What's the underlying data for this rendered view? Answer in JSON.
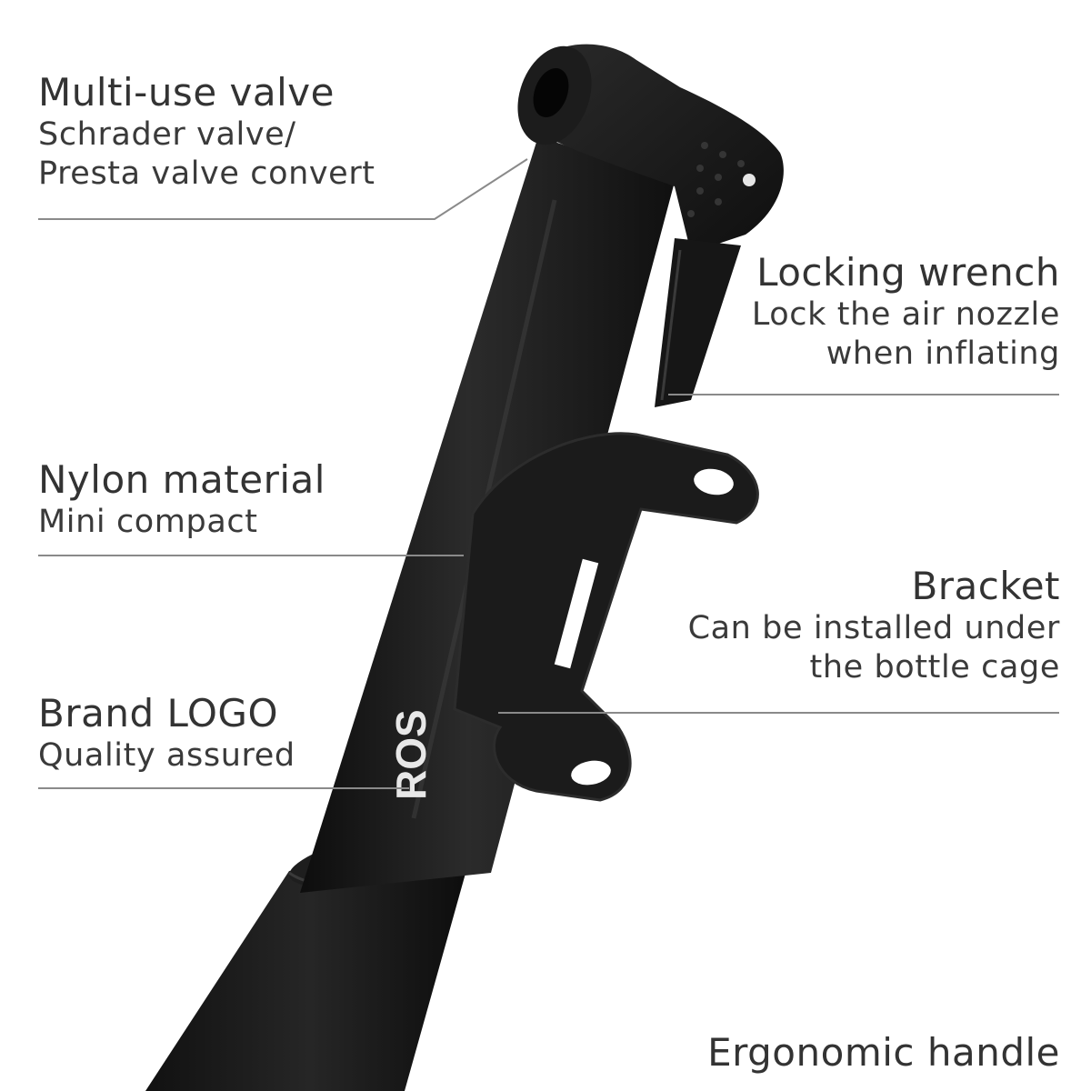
{
  "callouts": {
    "multi_use_valve": {
      "title": "Multi-use valve",
      "desc": "Schrader valve/\nPresta valve convert"
    },
    "locking_wrench": {
      "title": "Locking wrench",
      "desc": "Lock the air nozzle\nwhen inflating"
    },
    "nylon_material": {
      "title": "Nylon material",
      "desc": "Mini compact"
    },
    "bracket": {
      "title": "Bracket",
      "desc": "Can be installed under\nthe bottle cage"
    },
    "brand_logo": {
      "title": "Brand LOGO",
      "desc": "Quality assured"
    },
    "ergonomic_handle": {
      "title": "Ergonomic handle"
    }
  },
  "brand_mark": "ROS",
  "colors": {
    "background": "#ffffff",
    "text": "#333333",
    "leader_line": "#8a8a8a",
    "pump_body": "#141414"
  }
}
